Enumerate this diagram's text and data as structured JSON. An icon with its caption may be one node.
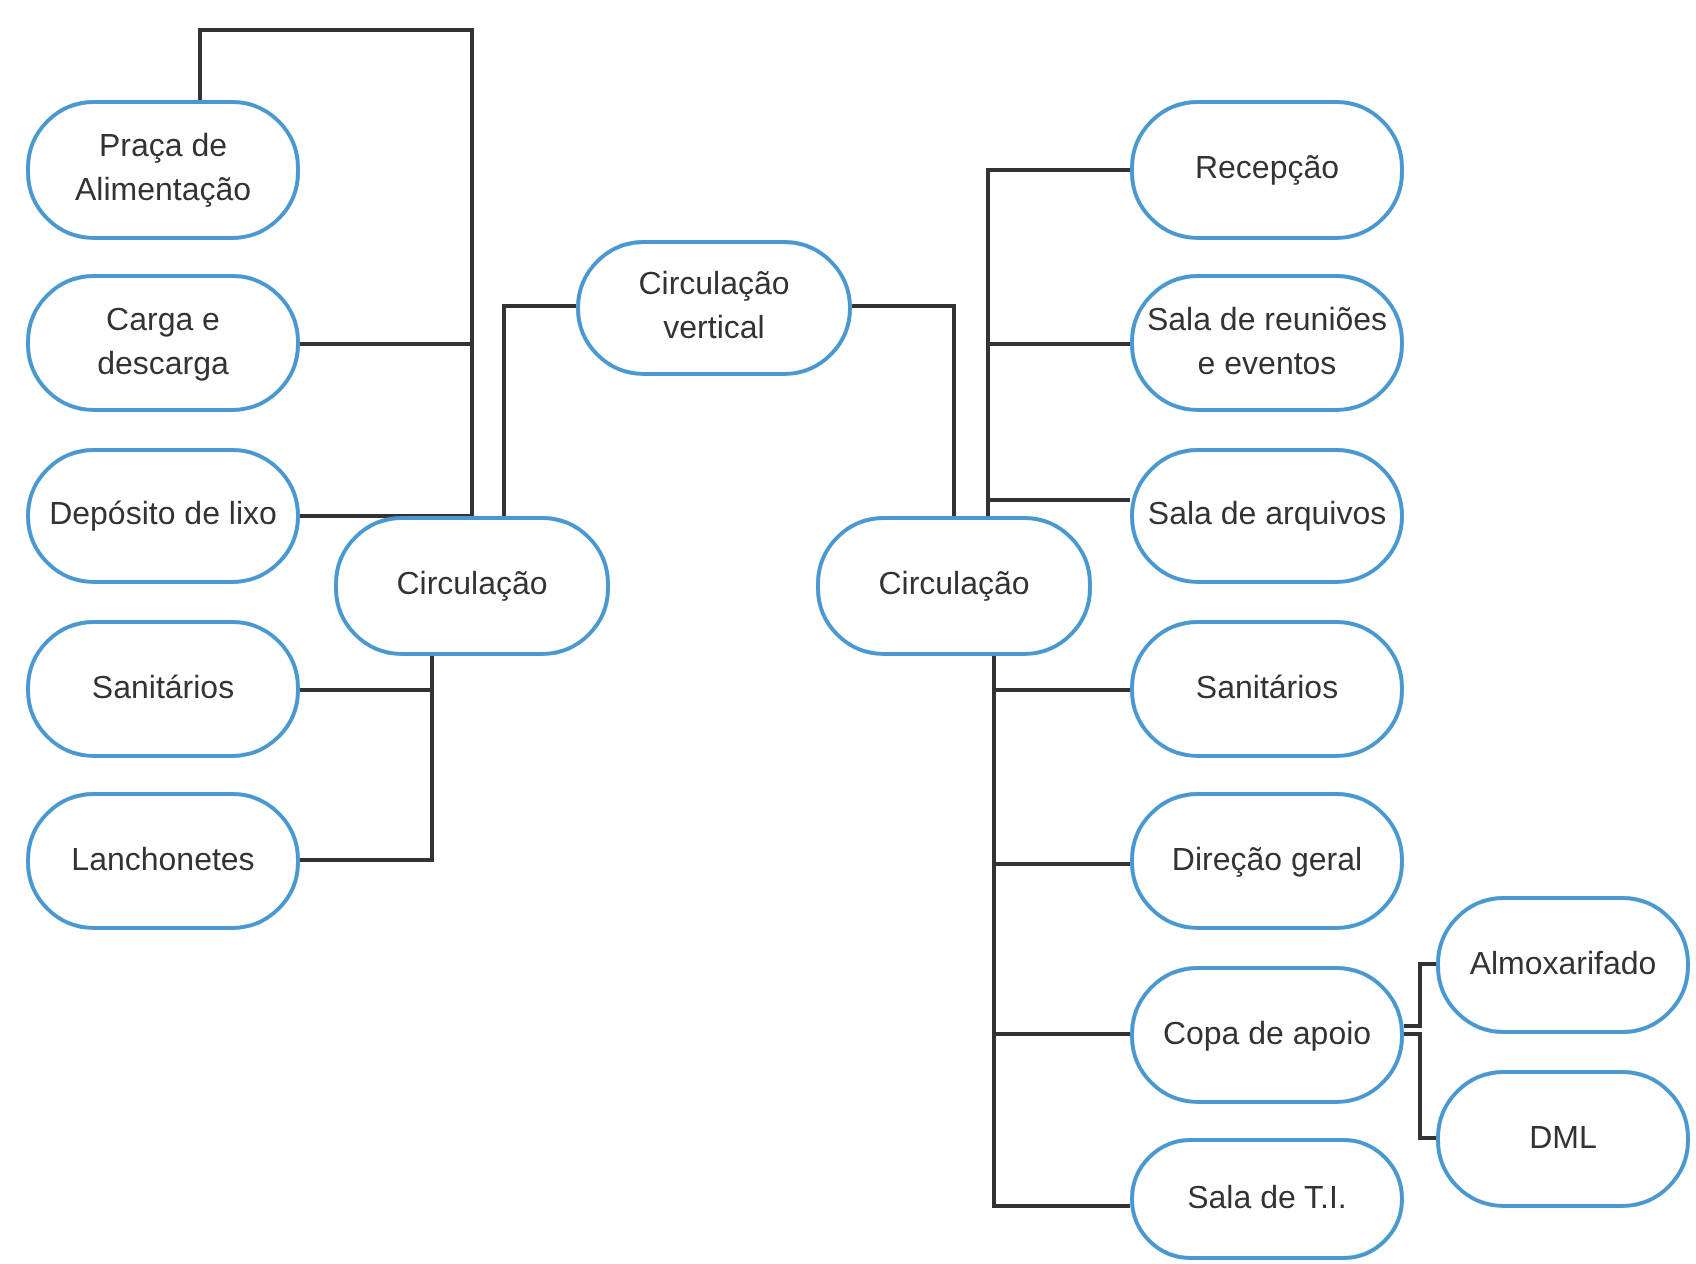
{
  "diagram": {
    "nodes": [
      {
        "text": [
          "Circulação vertical"
        ]
      },
      {
        "text": [
          "Circulação"
        ]
      },
      {
        "text": [
          "Circulação"
        ]
      },
      {
        "text": [
          "Praça de Alimentação"
        ]
      },
      {
        "text": [
          "Carga e descarga"
        ]
      },
      {
        "text": [
          "Depósito de lixo"
        ]
      },
      {
        "text": [
          "Sanitários"
        ]
      },
      {
        "text": [
          "Lanchonetes"
        ]
      },
      {
        "text": [
          "Recepção"
        ]
      },
      {
        "text": [
          "Sala de reuniões e eventos"
        ]
      },
      {
        "text": [
          "Sala de arquivos"
        ]
      },
      {
        "text": [
          "Sanitários"
        ]
      },
      {
        "text": [
          "Direção geral"
        ]
      },
      {
        "text": [
          "Copa de apoio"
        ]
      },
      {
        "text": [
          "Almoxarifado"
        ]
      },
      {
        "text": [
          "DML"
        ]
      },
      {
        "text": [
          "Sala de T.I."
        ]
      }
    ],
    "edges": [
      {
        "from": 1,
        "to": 0,
        "arrow": "none"
      },
      {
        "from": 2,
        "to": 0,
        "arrow": "none"
      },
      {
        "from": 1,
        "to": 3,
        "arrow": "none"
      },
      {
        "from": 1,
        "to": 4,
        "arrow": "none"
      },
      {
        "from": 1,
        "to": 5,
        "arrow": "none"
      },
      {
        "from": 1,
        "to": 6,
        "arrow": "none"
      },
      {
        "from": 1,
        "to": 7,
        "arrow": "none"
      },
      {
        "from": 2,
        "to": 8,
        "arrow": "none"
      },
      {
        "from": 2,
        "to": 9,
        "arrow": "none"
      },
      {
        "from": 2,
        "to": 10,
        "arrow": "none"
      },
      {
        "from": 2,
        "to": 11,
        "arrow": "none"
      },
      {
        "from": 2,
        "to": 12,
        "arrow": "none"
      },
      {
        "from": 2,
        "to": 13,
        "arrow": "none"
      },
      {
        "from": 2,
        "to": 16,
        "arrow": "none"
      },
      {
        "from": 13,
        "to": 14,
        "arrow": "none"
      },
      {
        "from": 13,
        "to": 15,
        "arrow": "none"
      }
    ]
  }
}
